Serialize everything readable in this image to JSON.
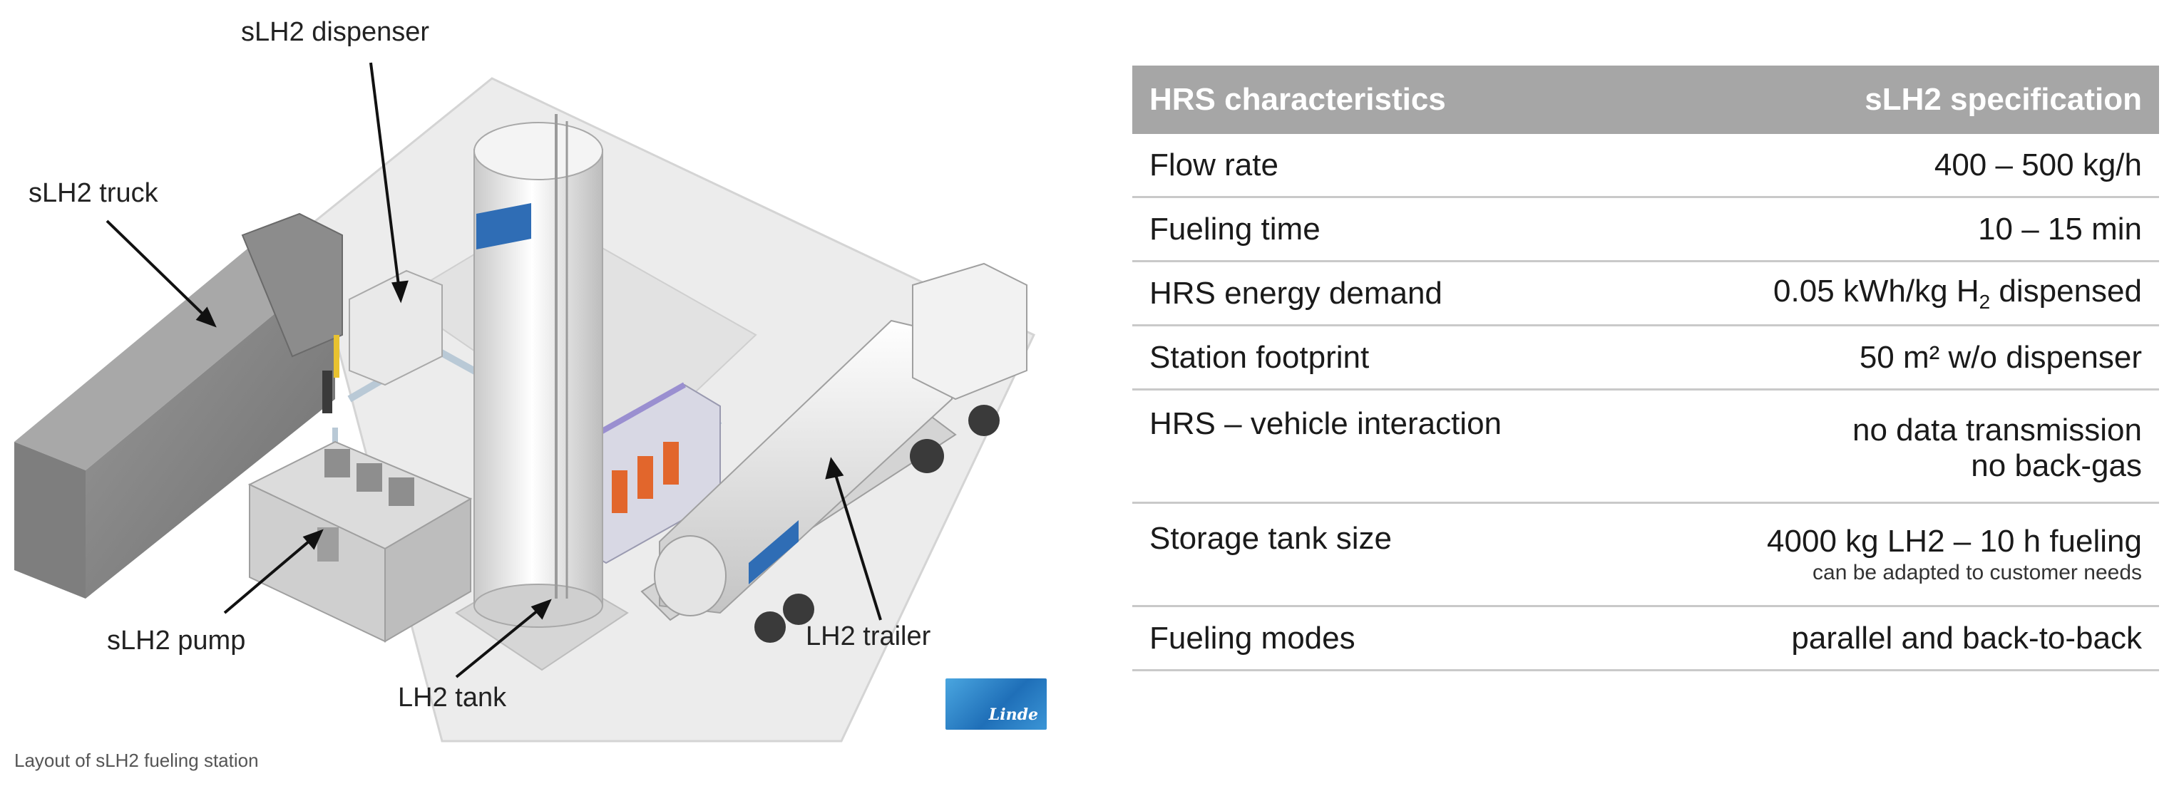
{
  "figure": {
    "caption": "Layout of sLH2 fueling station",
    "callouts": {
      "dispenser": "sLH2 dispenser",
      "truck": "sLH2 truck",
      "pump": "sLH2 pump",
      "tank": "LH2 tank",
      "trailer": "LH2 trailer"
    },
    "logo_text": "Linde",
    "colors": {
      "tank_logo_blue": "#2f6db5",
      "chiller_orange": "#e2662c",
      "logo_blue": "#1f6fb8"
    }
  },
  "table": {
    "header": {
      "left": "HRS characteristics",
      "right": "sLH2 specification"
    },
    "rows": [
      {
        "label": "Flow rate",
        "value": "400 – 500 kg/h"
      },
      {
        "label": "Fueling time",
        "value": "10 – 15 min"
      },
      {
        "label": "HRS energy demand",
        "value_pre": "0.05 kWh/kg H",
        "value_sub": "2",
        "value_post": " dispensed"
      },
      {
        "label": "Station footprint",
        "value": "50 m² w/o dispenser"
      },
      {
        "label": "HRS – vehicle interaction",
        "value_line1": "no data transmission",
        "value_line2": "no back-gas"
      },
      {
        "label": "Storage tank size",
        "value": "4000 kg LH2 – 10 h fueling",
        "note": "can be adapted to customer needs"
      },
      {
        "label": "Fueling modes",
        "value": "parallel and back-to-back"
      }
    ],
    "colors": {
      "header_bg": "#a6a6a6",
      "rule": "#c9c9c9"
    }
  }
}
